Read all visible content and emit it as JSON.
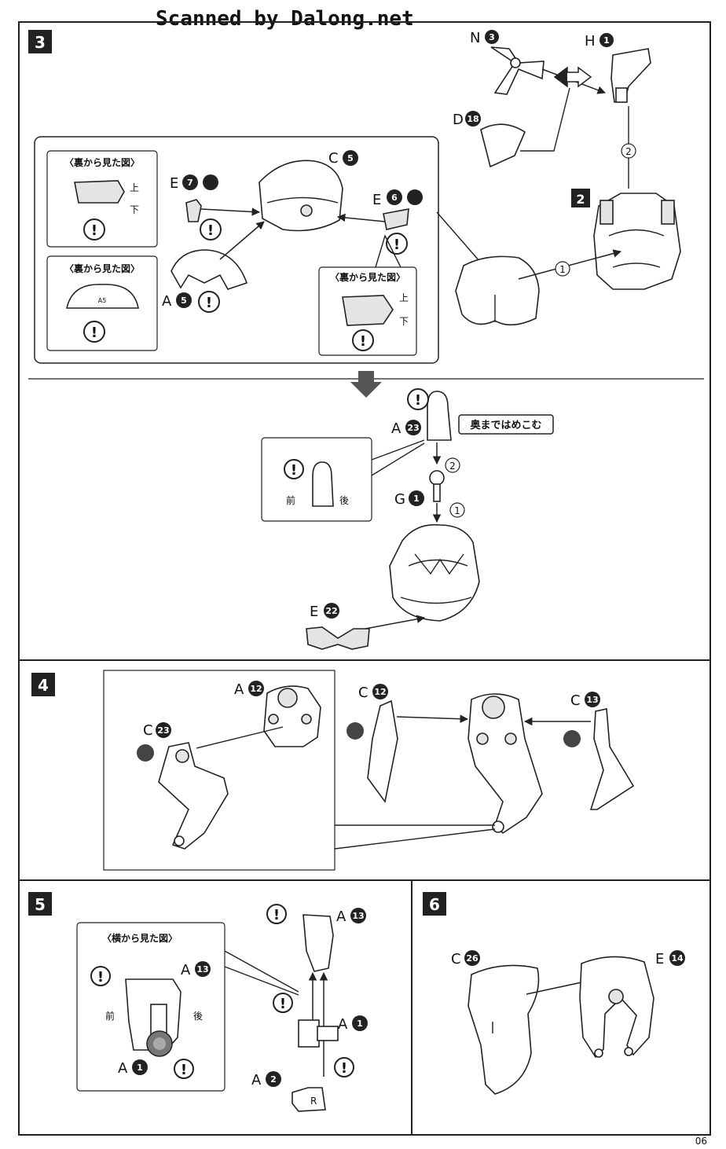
{
  "watermark": "Scanned by Dalong.net",
  "page_number": "06",
  "step3": {
    "number": "3",
    "part_n3": "N",
    "part_n3_num": "3",
    "part_h1": "H",
    "part_h1_num": "1",
    "part_d18": "D",
    "part_d18_num": "18",
    "part_c5": "C",
    "part_c5_num": "5",
    "part_e7": "E",
    "part_e7_num": "7",
    "part_e6": "E",
    "part_e6_num": "6",
    "part_a5": "A",
    "part_a5_num": "5",
    "subassembly": "2",
    "order1": "1",
    "order2": "2",
    "view_from_back": "〈裏から見た図〉",
    "up": "上",
    "down": "下",
    "a5_mark": "A5"
  },
  "step3b": {
    "part_a23": "A",
    "part_a23_num": "23",
    "part_g1": "G",
    "part_g1_num": "1",
    "part_e22": "E",
    "part_e22_num": "22",
    "callout_press": "奥まではめこむ",
    "front": "前",
    "back": "後",
    "order1": "1",
    "order2": "2"
  },
  "step4": {
    "number": "4",
    "part_a12": "A",
    "part_a12_num": "12",
    "part_c23": "C",
    "part_c23_num": "23",
    "part_c12": "C",
    "part_c12_num": "12",
    "part_c13": "C",
    "part_c13_num": "13"
  },
  "step5": {
    "number": "5",
    "view_from_side": "〈横から見た図〉",
    "part_a13": "A",
    "part_a13_num": "13",
    "part_a1": "A",
    "part_a1_num": "1",
    "part_a2": "A",
    "part_a2_num": "2",
    "front": "前",
    "back": "後",
    "r_mark": "R"
  },
  "step6": {
    "number": "6",
    "part_c26": "C",
    "part_c26_num": "26",
    "part_e14": "E",
    "part_e14_num": "14"
  },
  "caution_mark": "!"
}
